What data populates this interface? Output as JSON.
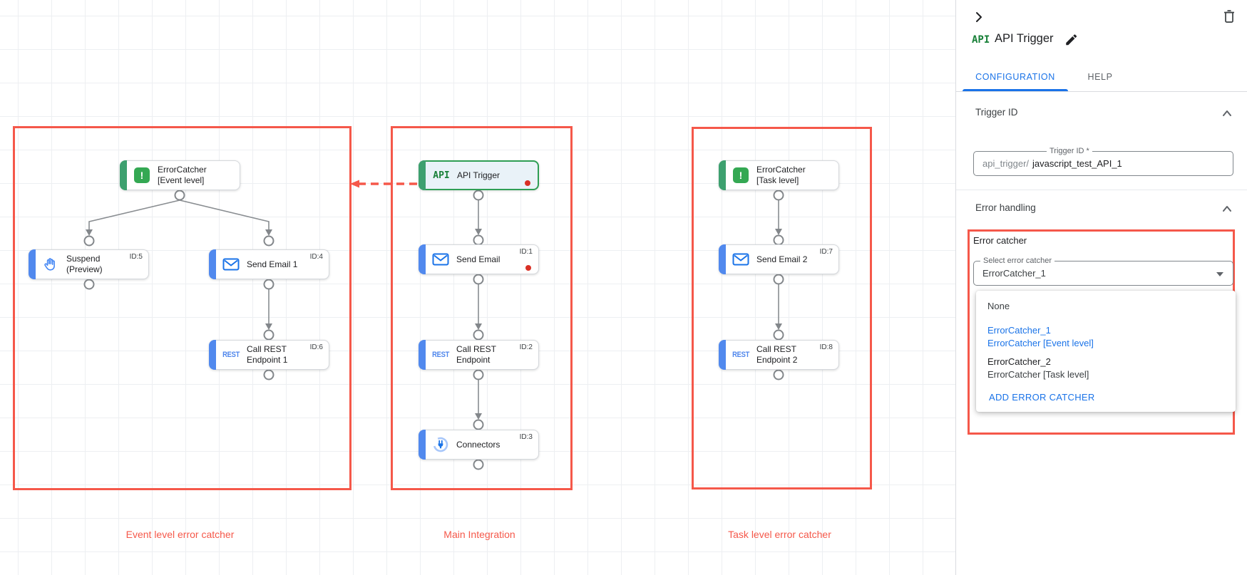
{
  "colors": {
    "accent_red": "#f5584a",
    "blue": "#1a73e8",
    "green": "#34a853",
    "dot_red": "#d93025"
  },
  "canvas": {
    "error_glyph": "!",
    "rest_label": "REST",
    "sections": [
      {
        "label": "Event level error catcher"
      },
      {
        "label": "Main Integration"
      },
      {
        "label": "Task level error catcher"
      }
    ],
    "nodes": [
      {
        "line1": "ErrorCatcher",
        "line2": "[Event level]",
        "id": ""
      },
      {
        "line1": "Suspend",
        "line2": "(Preview)",
        "id": "ID:5"
      },
      {
        "line1": "Send Email 1",
        "line2": "",
        "id": "ID:4"
      },
      {
        "line1": "Call REST",
        "line2": "Endpoint 1",
        "id": "ID:6"
      },
      {
        "line1": "API Trigger",
        "line2": "",
        "id": "",
        "badge": "API"
      },
      {
        "line1": "Send Email",
        "line2": "",
        "id": "ID:1"
      },
      {
        "line1": "Call REST",
        "line2": "Endpoint",
        "id": "ID:2"
      },
      {
        "line1": "Connectors",
        "line2": "",
        "id": "ID:3"
      },
      {
        "line1": "ErrorCatcher",
        "line2": "[Task level]",
        "id": ""
      },
      {
        "line1": "Send Email 2",
        "line2": "",
        "id": "ID:7"
      },
      {
        "line1": "Call REST",
        "line2": "Endpoint 2",
        "id": "ID:8"
      }
    ]
  },
  "panel": {
    "badge": "API",
    "title": "API Trigger",
    "tabs": {
      "configuration": "CONFIGURATION",
      "help": "HELP"
    },
    "trigger_id": {
      "section_title": "Trigger ID",
      "field_label": "Trigger ID *",
      "prefix": "api_trigger/",
      "value": "javascript_test_API_1"
    },
    "error_handling": {
      "section_title": "Error handling",
      "group_label": "Error catcher",
      "select_label": "Select error catcher",
      "select_value": "ErrorCatcher_1",
      "menu": {
        "none_label": "None",
        "options": [
          {
            "name": "ErrorCatcher_1",
            "desc": "ErrorCatcher [Event level]"
          },
          {
            "name": "ErrorCatcher_2",
            "desc": "ErrorCatcher [Task level]"
          }
        ],
        "add_label": "ADD ERROR CATCHER"
      }
    }
  }
}
